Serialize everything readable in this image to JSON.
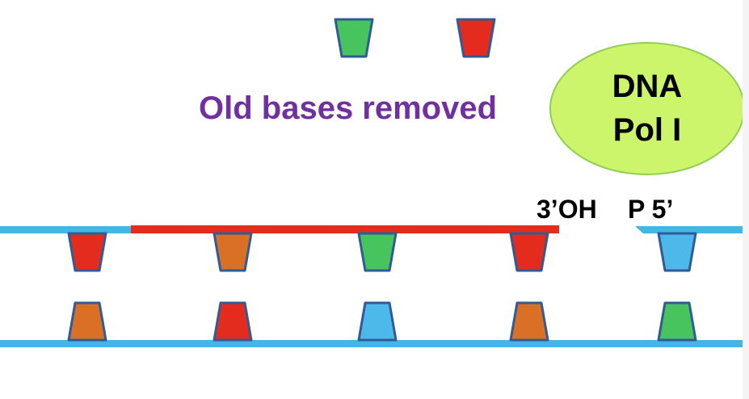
{
  "caption": "Old bases removed",
  "enzyme": {
    "line1": "DNA",
    "line2": "Pol I"
  },
  "end_labels": {
    "three_prime": "3’OH",
    "five_prime": "P 5’"
  },
  "colors": {
    "strand_blue": "#44b5e6",
    "new_strand_red": "#e32b1e",
    "base_green": "#48c45e",
    "base_red": "#e32b1e",
    "base_orange": "#d97025",
    "base_blue": "#4cb9ea",
    "base_outline": "#2f5c96",
    "caption_purple": "#7030a0",
    "enzyme_fill": "#ccf56c"
  },
  "removed_bases": [
    {
      "color": "green"
    },
    {
      "color": "red"
    }
  ],
  "top_strand_bases": [
    {
      "color": "red"
    },
    {
      "color": "orange"
    },
    {
      "color": "green"
    },
    {
      "color": "red"
    },
    {
      "color": "blue"
    }
  ],
  "bottom_strand_bases": [
    {
      "color": "orange"
    },
    {
      "color": "red"
    },
    {
      "color": "blue"
    },
    {
      "color": "orange"
    },
    {
      "color": "green"
    }
  ]
}
